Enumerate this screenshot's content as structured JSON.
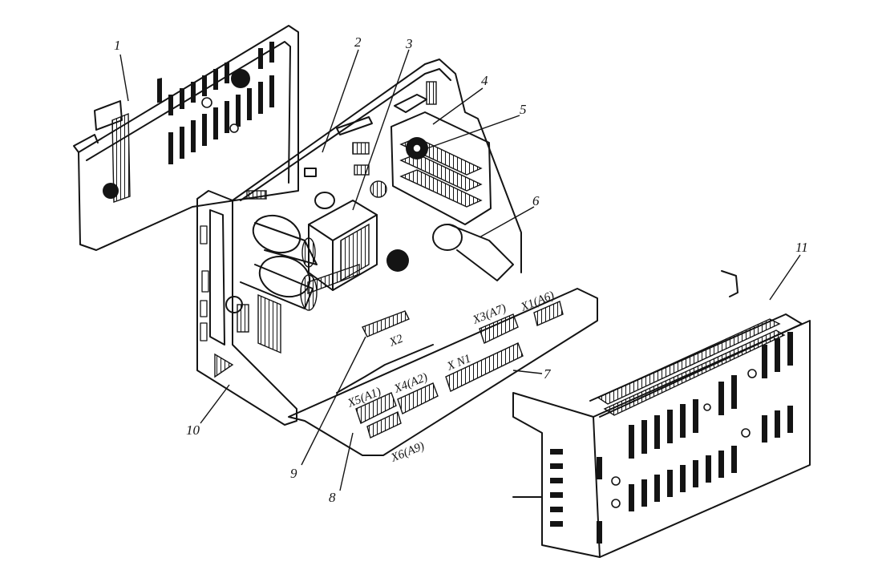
{
  "callouts": {
    "n1": "1",
    "n2": "2",
    "n3": "3",
    "n4": "4",
    "n5": "5",
    "n6": "6",
    "n7": "7",
    "n8": "8",
    "n9": "9",
    "n10": "10",
    "n11": "11"
  },
  "connectors": {
    "x2": "X2",
    "x3": "X3(A7)",
    "x1": "X1(A6)",
    "xn1": "X N1",
    "x4": "X4(A2)",
    "x5": "X5(A1)",
    "x6": "X6(A9)"
  },
  "colors": {
    "ink": "#141414",
    "paper": "#ffffff"
  }
}
